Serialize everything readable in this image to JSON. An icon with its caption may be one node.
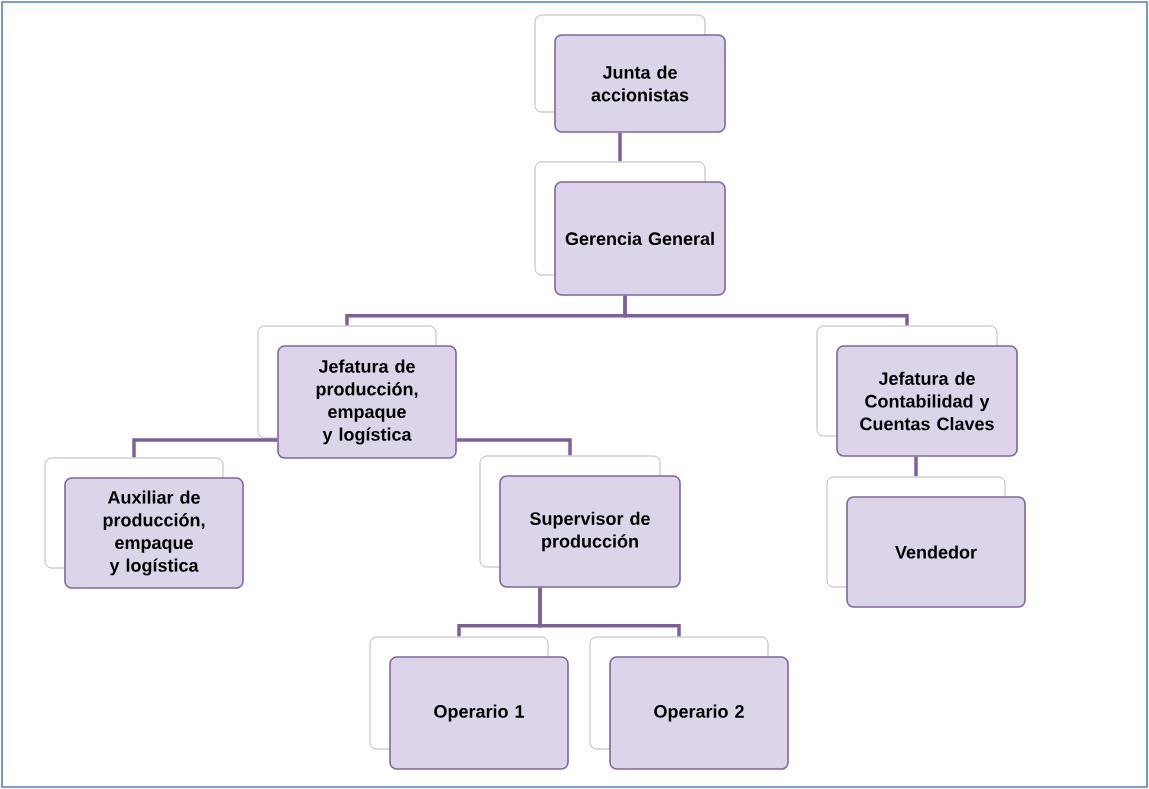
{
  "diagram": {
    "nodes": [
      {
        "text": [
          "Junta de accionistas"
        ]
      },
      {
        "text": [
          "Gerencia General"
        ]
      },
      {
        "text": [
          "Jefatura de producción, empaque y logística"
        ]
      },
      {
        "text": [
          "Jefatura de Contabilidad y Cuentas Claves"
        ]
      },
      {
        "text": [
          "Auxiliar de producción, empaque y logística"
        ]
      },
      {
        "text": [
          "Supervisor de producción"
        ]
      },
      {
        "text": [
          "Vendedor"
        ]
      },
      {
        "text": [
          "Operario 1"
        ]
      },
      {
        "text": [
          "Operario 2"
        ]
      }
    ],
    "edges": [
      {
        "from": 0,
        "to": 1,
        "arrow": "none"
      },
      {
        "from": 1,
        "to": 2,
        "arrow": "none"
      },
      {
        "from": 1,
        "to": 3,
        "arrow": "none"
      },
      {
        "from": 2,
        "to": 4,
        "arrow": "none"
      },
      {
        "from": 2,
        "to": 5,
        "arrow": "none"
      },
      {
        "from": 3,
        "to": 6,
        "arrow": "none"
      },
      {
        "from": 5,
        "to": 7,
        "arrow": "none"
      },
      {
        "from": 5,
        "to": 8,
        "arrow": "none"
      }
    ]
  }
}
